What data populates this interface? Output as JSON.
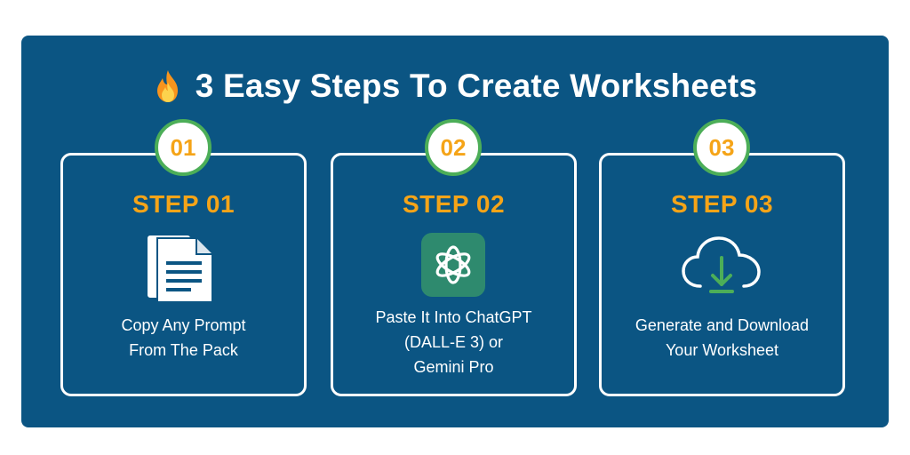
{
  "header": {
    "title": "3 Easy Steps To Create Worksheets",
    "icon": "fire-icon"
  },
  "steps": [
    {
      "badge": "01",
      "label": "STEP 01",
      "icon": "document-icon",
      "description_lines": [
        "Copy Any Prompt",
        "From The Pack"
      ]
    },
    {
      "badge": "02",
      "label": "STEP 02",
      "icon": "chatgpt-logo-icon",
      "description_lines": [
        "Paste It Into ChatGPT",
        "(DALL-E 3) or",
        "Gemini Pro"
      ]
    },
    {
      "badge": "03",
      "label": "STEP 03",
      "icon": "cloud-download-icon",
      "description_lines": [
        "Generate and Download",
        "Your Worksheet"
      ]
    }
  ],
  "colors": {
    "panel": "#0b5583",
    "accent_orange": "#f5a418",
    "accent_green": "#4cae58",
    "text": "#ffffff"
  }
}
